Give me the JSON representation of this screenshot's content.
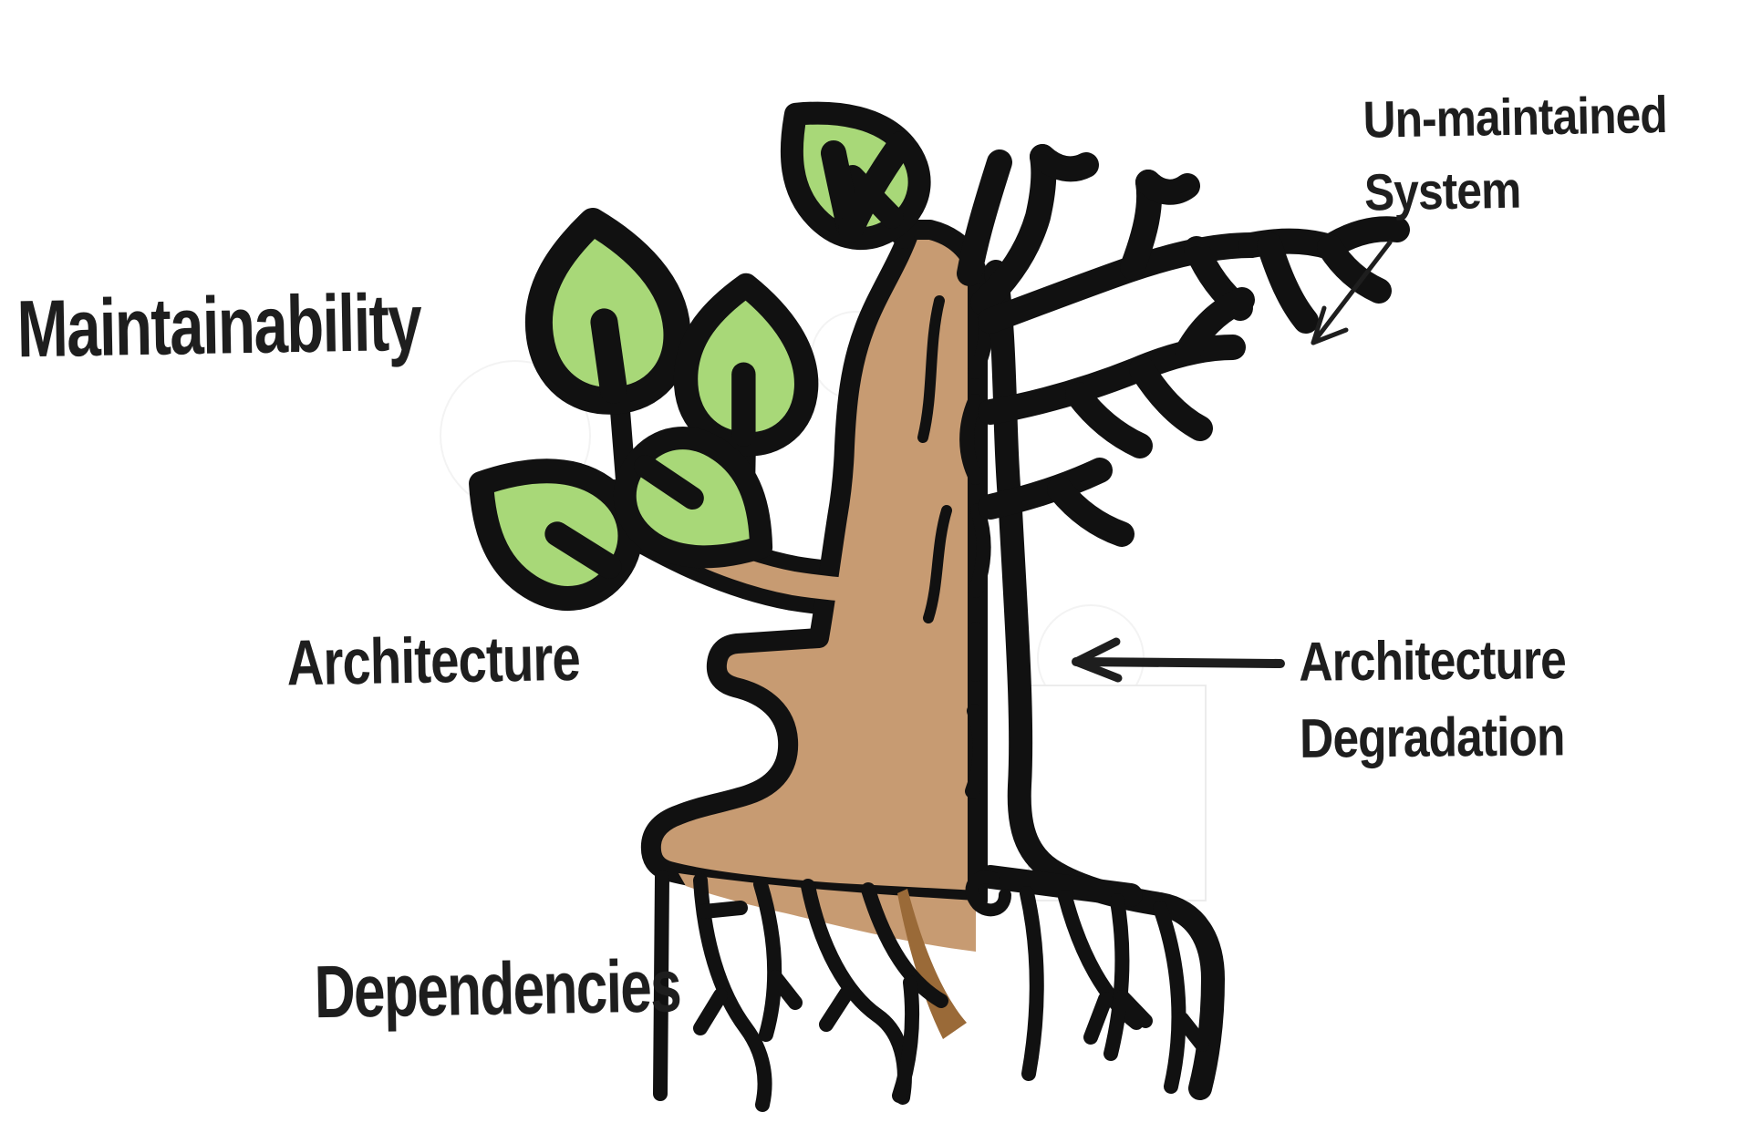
{
  "diagram": {
    "background": "#ffffff",
    "colors": {
      "background": "#ffffff",
      "leaf_green": "#a8d878",
      "trunk_brown": "#c79b72",
      "root_brown": "#9a6a38",
      "ink": "#111111",
      "text_ink": "#1e1e1e",
      "artifact_border": "#ececec",
      "faint_circle": "#f3f3f3"
    },
    "labels": {
      "maintainability": "Maintainability",
      "architecture": "Architecture",
      "dependencies": "Dependencies"
    },
    "annotations": {
      "unmaintained": {
        "line1": "Un-maintained",
        "line2": "System",
        "arrow_points_to": "bare-branches"
      },
      "degradation": {
        "line1": "Architecture",
        "line2": "Degradation",
        "arrow_points_to": "trunk-split"
      }
    },
    "tree": {
      "healthy_side": "left",
      "bare_side": "right",
      "leaf_count": 5
    }
  }
}
